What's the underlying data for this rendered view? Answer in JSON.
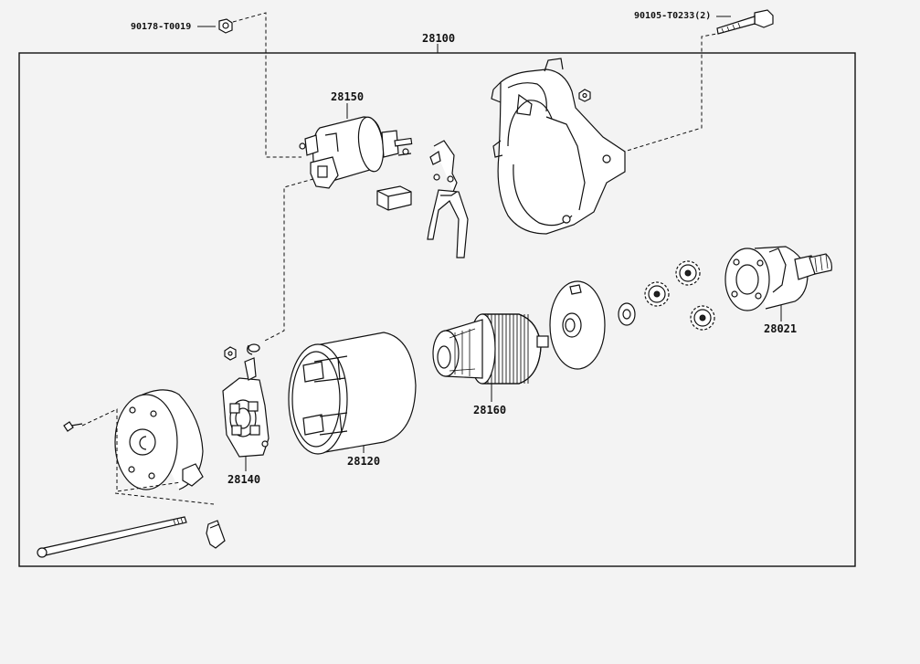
{
  "labels": {
    "assembly": "28100",
    "nut_callout": "90178-T0019",
    "bolt_callout": "90105-T0233(2)",
    "solenoid": "28150",
    "drive_housing": "28021",
    "armature": "28160",
    "yoke": "28120",
    "brush_holder": "28140"
  },
  "colors": {
    "background": "#f3f3f3",
    "ink": "#111111"
  },
  "parts": [
    {
      "key": "nut",
      "icon": "hex-nut-icon"
    },
    {
      "key": "through-bolt",
      "icon": "bolt-icon"
    },
    {
      "key": "solenoid",
      "icon": "solenoid-icon"
    },
    {
      "key": "drive-lever",
      "icon": "lever-fork-icon"
    },
    {
      "key": "starter-housing",
      "icon": "housing-icon"
    },
    {
      "key": "planetary-gears",
      "icon": "gear-icon"
    },
    {
      "key": "drive-housing",
      "icon": "pinion-clutch-icon"
    },
    {
      "key": "armature",
      "icon": "armature-icon"
    },
    {
      "key": "yoke",
      "icon": "cylinder-icon"
    },
    {
      "key": "brush-holder",
      "icon": "brush-holder-icon"
    },
    {
      "key": "end-cover",
      "icon": "end-cover-icon"
    }
  ]
}
